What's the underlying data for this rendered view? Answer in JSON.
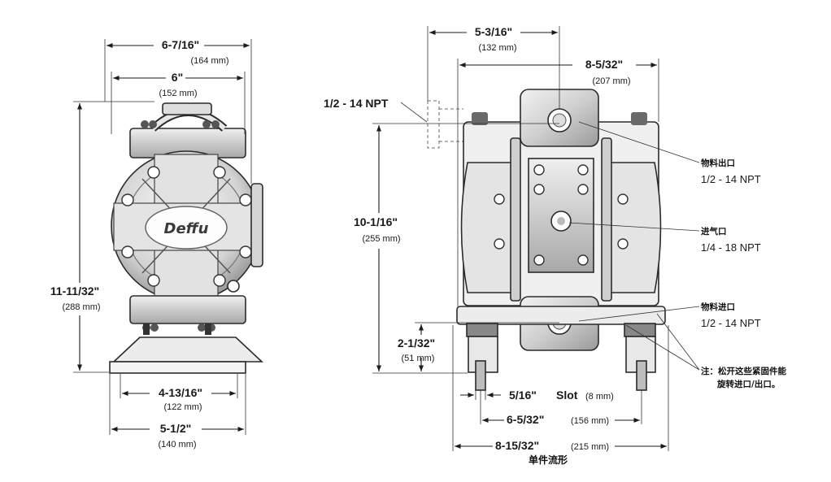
{
  "front_view": {
    "overall_width": {
      "value": "6-7/16\"",
      "metric": "(164 mm)"
    },
    "port_width": {
      "value": "6\"",
      "metric": "(152 mm)"
    },
    "height": {
      "value": "11-11/32\"",
      "metric": "(288 mm)"
    },
    "base_width": {
      "value": "4-13/16\"",
      "metric": "(122 mm)"
    },
    "foot_width": {
      "value": "5-1/2\"",
      "metric": "(140 mm)"
    },
    "logo_text": "Deffu"
  },
  "side_view": {
    "offset_width": {
      "value": "5-3/16\"",
      "metric": "(132 mm)"
    },
    "overall_width": {
      "value": "8-5/32\"",
      "metric": "(207 mm)"
    },
    "outlet_port_left": "1/2 - 14 NPT",
    "height_to_outlet": {
      "value": "10-1/16\"",
      "metric": "(255 mm)"
    },
    "inlet_height": {
      "value": "2-1/32\"",
      "metric": "(51 mm)"
    },
    "slot": {
      "value": "5/16\"",
      "word": "Slot",
      "metric": "(8 mm)"
    },
    "mount_spacing": {
      "value": "6-5/32\"",
      "metric": "(156 mm)"
    },
    "base_length": {
      "value": "8-15/32\"",
      "metric": "(215 mm)"
    },
    "caption": "单件流形"
  },
  "callouts": {
    "outlet": {
      "title": "物料出口",
      "spec": "1/2 - 14 NPT"
    },
    "air_inlet": {
      "title": "进气口",
      "spec": "1/4 - 18 NPT"
    },
    "inlet": {
      "title": "物料进口",
      "spec": "1/2 - 14 NPT"
    },
    "note_line1": "注：松开这些紧固件能",
    "note_line2": "旋转进口/出口。"
  }
}
